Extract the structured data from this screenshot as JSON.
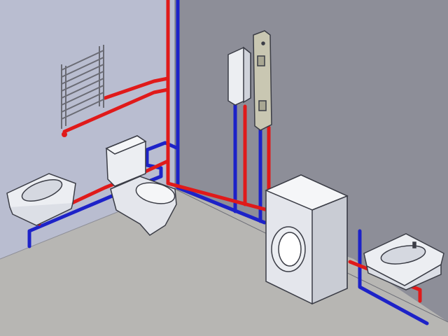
{
  "scene": {
    "description_labels": [],
    "colors": {
      "left_wall": "#b9bdd0",
      "right_wall": "#8d8e98",
      "floor": "#b7b6b3",
      "hot_pipe": "#e01a1a",
      "cold_pipe": "#1d22c8",
      "fixture_fill": "#eceef2",
      "fixture_stroke": "#3b3d46",
      "panel_fill": "#c9c7b2"
    },
    "fixtures": [
      {
        "name": "towel-rail",
        "label": ""
      },
      {
        "name": "sink-left",
        "label": ""
      },
      {
        "name": "toilet",
        "label": ""
      },
      {
        "name": "water-heater",
        "label": ""
      },
      {
        "name": "control-panel",
        "label": ""
      },
      {
        "name": "washing-machine",
        "label": ""
      },
      {
        "name": "sink-right",
        "label": ""
      }
    ]
  }
}
